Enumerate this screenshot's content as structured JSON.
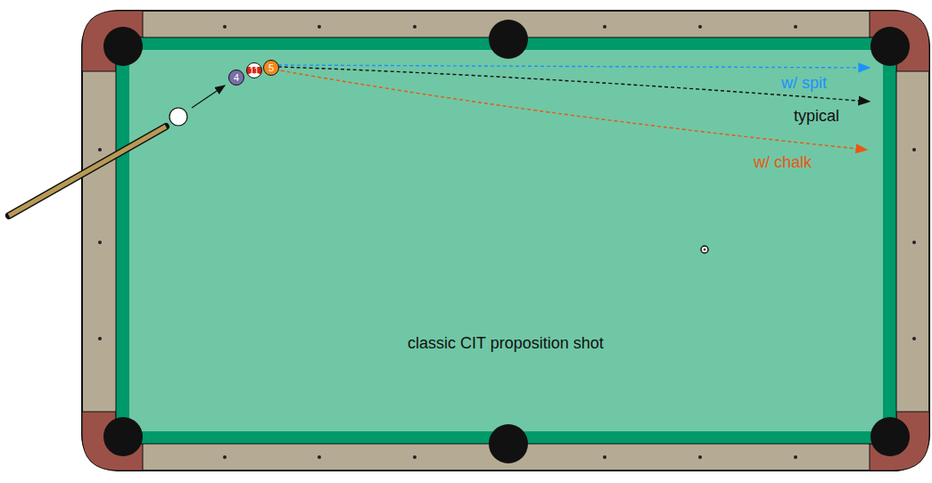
{
  "diagram": {
    "nodes": [
      {
        "text": [
          "4"
        ]
      },
      {
        "text": [
          "11"
        ]
      },
      {
        "text": [
          "5"
        ]
      }
    ],
    "labels": [
      "w/ spit",
      "typical",
      "w/ chalk",
      "classic CIT proposition shot"
    ]
  }
}
